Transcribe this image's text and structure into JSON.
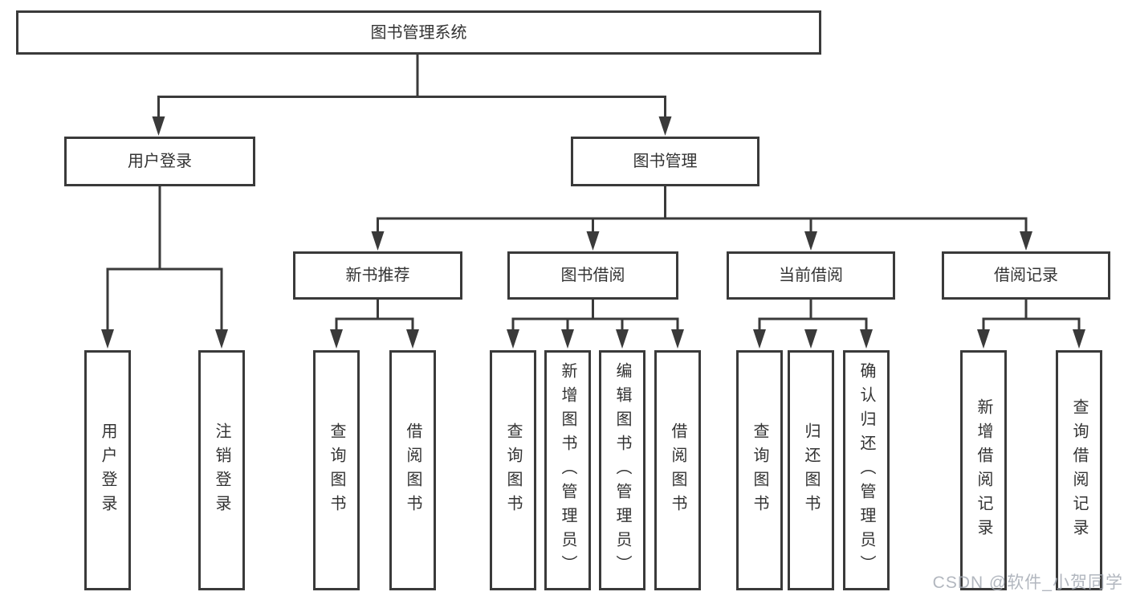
{
  "tree": {
    "root": {
      "id": "system",
      "label": "图书管理系统",
      "children": [
        {
          "id": "user-login",
          "label": "用户登录",
          "children": [
            {
              "id": "leaf-user-login",
              "label": "用户登录"
            },
            {
              "id": "leaf-logout",
              "label": "注销登录"
            }
          ]
        },
        {
          "id": "book-management",
          "label": "图书管理",
          "children": [
            {
              "id": "new-book-recommend",
              "label": "新书推荐",
              "children": [
                {
                  "id": "leaf-query-book-1",
                  "label": "查询图书"
                },
                {
                  "id": "leaf-borrow-book-1",
                  "label": "借阅图书"
                }
              ]
            },
            {
              "id": "book-borrow",
              "label": "图书借阅",
              "children": [
                {
                  "id": "leaf-query-book-2",
                  "label": "查询图书"
                },
                {
                  "id": "leaf-add-book-admin",
                  "label": "新增图书（管理员）"
                },
                {
                  "id": "leaf-edit-book-admin",
                  "label": "编辑图书（管理员）"
                },
                {
                  "id": "leaf-borrow-book-2",
                  "label": "借阅图书"
                }
              ]
            },
            {
              "id": "current-borrow",
              "label": "当前借阅",
              "children": [
                {
                  "id": "leaf-query-book-3",
                  "label": "查询图书"
                },
                {
                  "id": "leaf-return-book",
                  "label": "归还图书"
                },
                {
                  "id": "leaf-confirm-return-admin",
                  "label": "确认归还（管理员）"
                }
              ]
            },
            {
              "id": "borrow-records",
              "label": "借阅记录",
              "children": [
                {
                  "id": "leaf-add-borrow-record",
                  "label": "新增借阅记录"
                },
                {
                  "id": "leaf-query-borrow-record",
                  "label": "查询借阅记录"
                }
              ]
            }
          ]
        }
      ]
    }
  },
  "watermark": {
    "text": "CSDN @软件_小贺同学"
  },
  "colors": {
    "line": "#3a3a3a",
    "text": "#333333",
    "box_background": "#ffffff",
    "watermark": "#a5aab4"
  }
}
